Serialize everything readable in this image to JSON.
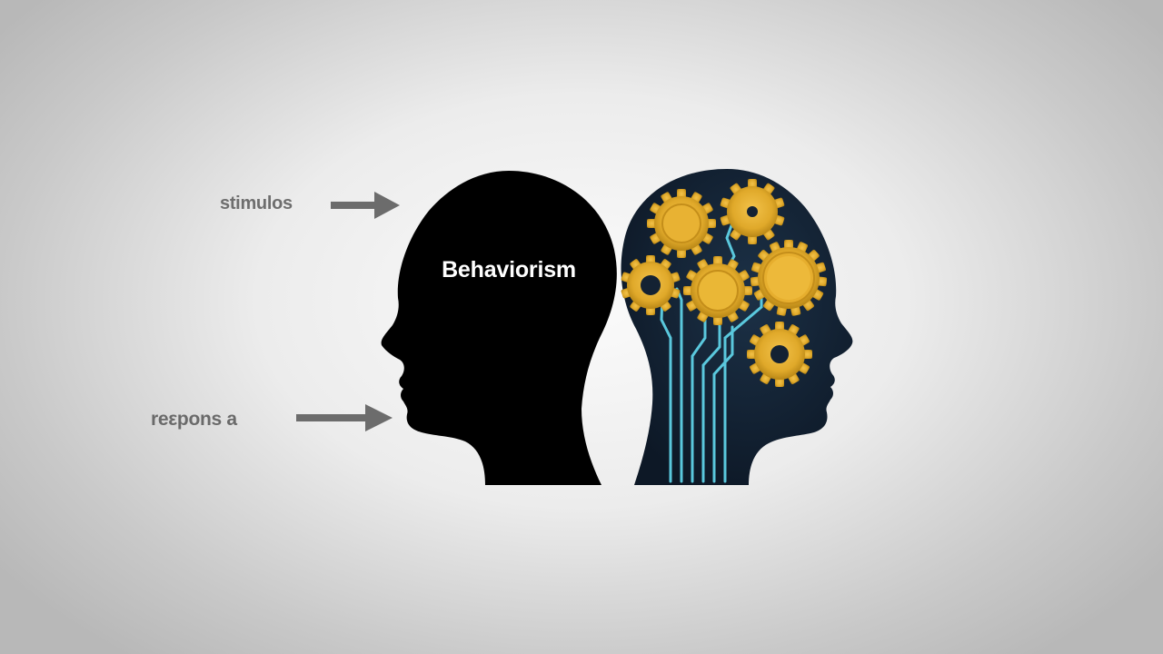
{
  "labels": {
    "stimulus": "stimulos",
    "response": "reεpons a"
  },
  "title": "Behaviorism",
  "colors": {
    "left_head": "#000000",
    "right_head": "#142233",
    "gear": "#e2ad2c",
    "gear_shade": "#c48e1a",
    "circuit": "#59c6db",
    "arrow": "#6c6c6c",
    "label": "#6e6e6e"
  },
  "icons": {
    "left_head": "behaviorist-head-silhouette",
    "right_head": "cognitive-head-silhouette",
    "gears": "gear-icon",
    "circuits": "circuit-lines",
    "arrows": "arrow-right-icon"
  }
}
